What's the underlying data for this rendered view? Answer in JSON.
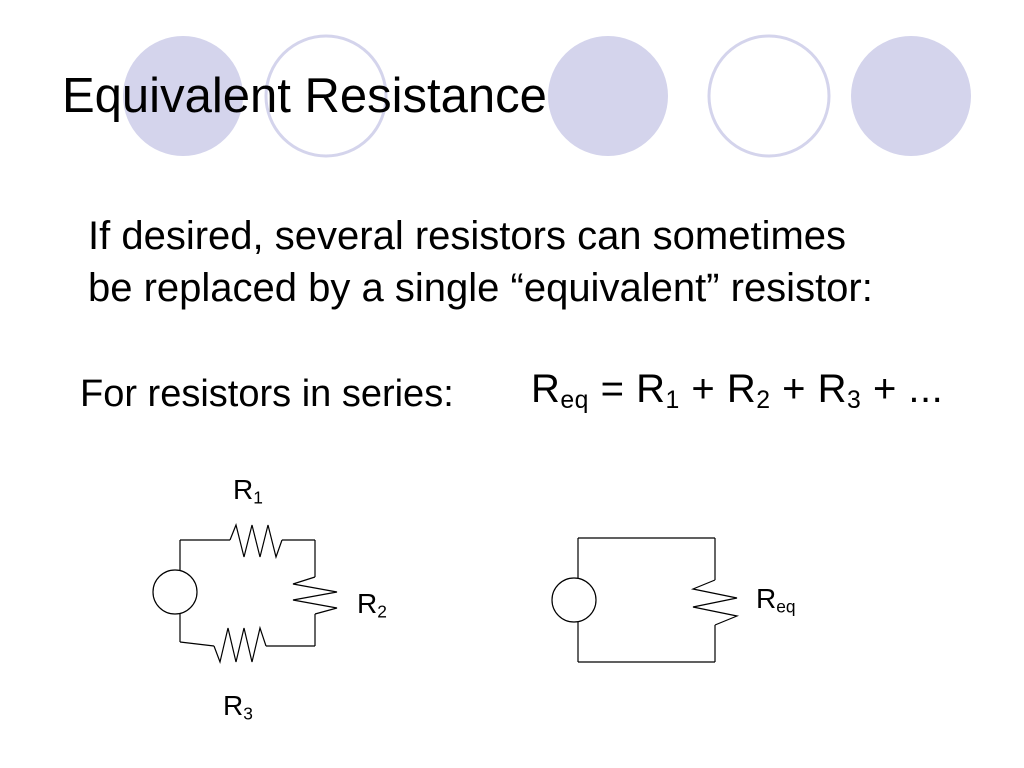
{
  "slide": {
    "title": "Equivalent Resistance",
    "intro_line1": "If desired, several resistors can sometimes",
    "intro_line2": "be replaced by a single “equivalent” resistor:",
    "series_label": "For resistors in series:"
  },
  "formula": {
    "lhs_symbol": "R",
    "lhs_sub": "eq",
    "equals": " = ",
    "term1_symbol": "R",
    "term1_sub": "1",
    "plus1": " + ",
    "term2_symbol": "R",
    "term2_sub": "2",
    "plus2": " + ",
    "term3_symbol": "R",
    "term3_sub": "3",
    "tail": " + ..."
  },
  "labels": {
    "r1": {
      "symbol": "R",
      "sub": "1"
    },
    "r2": {
      "symbol": "R",
      "sub": "2"
    },
    "r3": {
      "symbol": "R",
      "sub": "3"
    },
    "req": {
      "symbol": "R",
      "sub": "eq"
    }
  },
  "colors": {
    "circle_fill": "#d4d4ec",
    "circle_stroke": "#d4d4ec",
    "wire": "#000000"
  }
}
